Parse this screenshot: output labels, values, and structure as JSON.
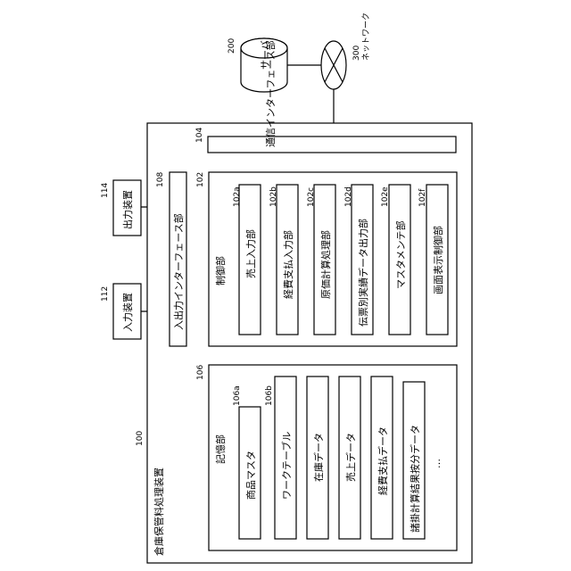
{
  "device": {
    "label": "倉庫保管料処理装置",
    "ref": "100"
  },
  "comm_if": {
    "label": "通信インターフェース部",
    "ref": "104"
  },
  "io_if": {
    "label": "入出力インターフェース部",
    "ref": "108"
  },
  "input_device": {
    "label": "入力装置",
    "ref": "112"
  },
  "output_device": {
    "label": "出力装置",
    "ref": "114"
  },
  "server": {
    "label": "サーバ",
    "ref": "200"
  },
  "network": {
    "label": "ネットワーク",
    "ref": "300"
  },
  "control": {
    "label": "制御部",
    "ref": "102",
    "items": [
      {
        "label": "売上入力部",
        "ref": "102a"
      },
      {
        "label": "経費支払入力部",
        "ref": "102b"
      },
      {
        "label": "原価計算処理部",
        "ref": "102c"
      },
      {
        "label": "伝票別実績データ出力部",
        "ref": "102d"
      },
      {
        "label": "マスタメンテ部",
        "ref": "102e"
      },
      {
        "label": "画面表示制御部",
        "ref": "102f"
      }
    ]
  },
  "storage": {
    "label": "記憶部",
    "ref": "106",
    "items": [
      {
        "label": "商品マスタ",
        "ref": "106a"
      },
      {
        "label": "ワークテーブル",
        "ref": "106b"
      },
      {
        "label": "在庫データ",
        "ref": ""
      },
      {
        "label": "売上データ",
        "ref": ""
      },
      {
        "label": "経費支払データ",
        "ref": ""
      },
      {
        "label": "諸掛計算結果按分データ",
        "ref": ""
      }
    ],
    "ellipsis": "…"
  }
}
